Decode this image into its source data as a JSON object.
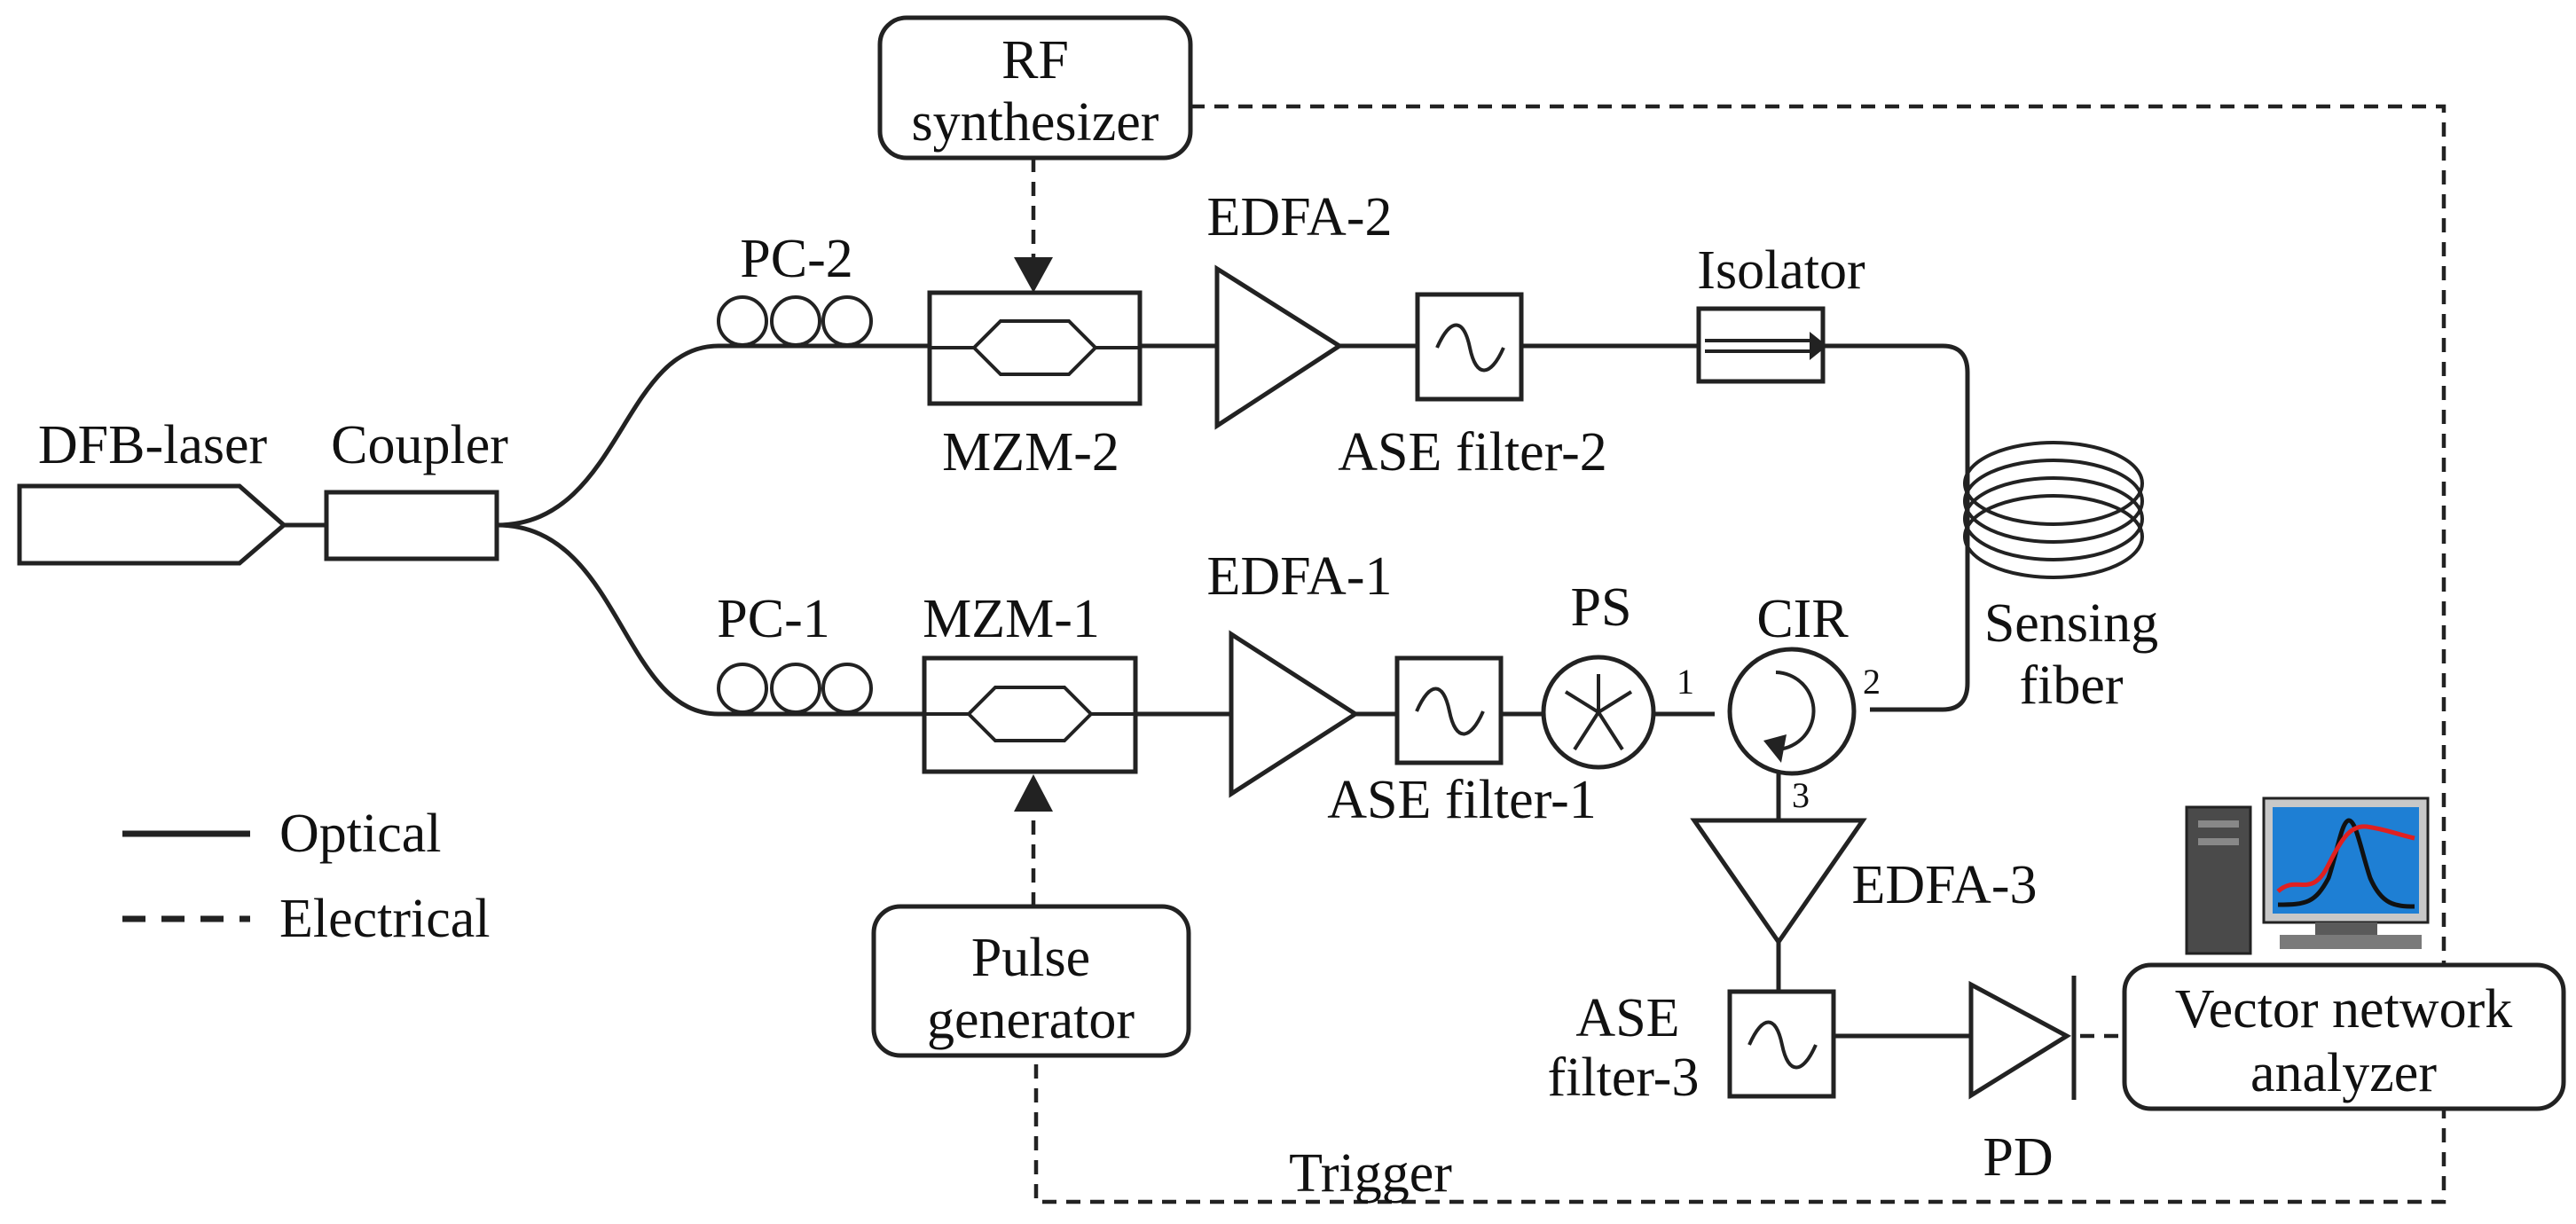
{
  "labels": {
    "dfb_laser": "DFB-laser",
    "coupler": "Coupler",
    "pc2": "PC-2",
    "pc1": "PC-1",
    "rf_line1": "RF",
    "rf_line2": "synthesizer",
    "mzm2": "MZM-2",
    "mzm1": "MZM-1",
    "edfa2": "EDFA-2",
    "edfa1": "EDFA-1",
    "edfa3": "EDFA-3",
    "ase2": "ASE filter-2",
    "ase1": "ASE filter-1",
    "ase3_line1": "ASE",
    "ase3_line2": "filter-3",
    "isolator": "Isolator",
    "ps": "PS",
    "cir": "CIR",
    "sensing_line1": "Sensing",
    "sensing_line2": "fiber",
    "pulse_line1": "Pulse",
    "pulse_line2": "generator",
    "vna_line1": "Vector network",
    "vna_line2": "analyzer",
    "pd": "PD",
    "trigger": "Trigger",
    "port1": "1",
    "port2": "2",
    "port3": "3"
  },
  "legend": {
    "optical": "Optical",
    "electrical": "Electrical"
  },
  "colors": {
    "line": "#222222",
    "monitor_screen": "#1e7fd4",
    "monitor_curve_red": "#e02020",
    "monitor_curve_black": "#111111"
  }
}
